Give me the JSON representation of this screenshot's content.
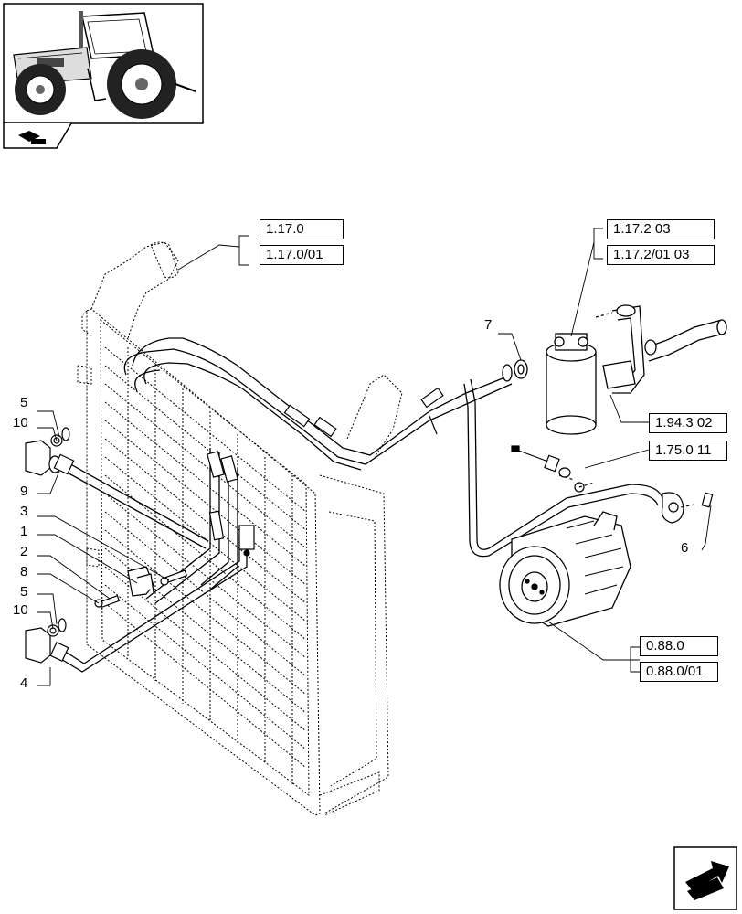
{
  "diagram": {
    "reference_groups": [
      {
        "id": "radiator-ref",
        "labels": [
          "1.17.0",
          "1.17.0/01"
        ]
      },
      {
        "id": "receiver-ref",
        "labels": [
          "1.17.2 03",
          "1.17.2/01 03"
        ]
      },
      {
        "id": "line-ref",
        "labels": [
          "1.94.3 02"
        ]
      },
      {
        "id": "switch-ref",
        "labels": [
          "1.75.0 11"
        ]
      },
      {
        "id": "compressor-ref",
        "labels": [
          "0.88.0",
          "0.88.0/01"
        ]
      }
    ],
    "callouts": [
      "5",
      "10",
      "9",
      "3",
      "1",
      "2",
      "8",
      "5",
      "10",
      "4",
      "7",
      "6"
    ],
    "icons": {
      "thumbnail": "tractor-thumbnail-icon",
      "section": "section-marker-icon",
      "next_page": "next-page-arrow-icon"
    }
  }
}
